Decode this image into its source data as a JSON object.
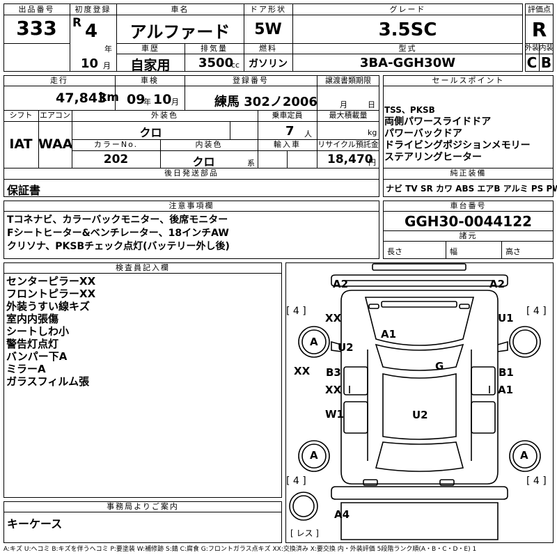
{
  "labels": {
    "lot_no": "出品番号",
    "first_reg": "初度登録",
    "car_name": "車名",
    "door": "ドア形状",
    "grade": "グレード",
    "rating": "評価点",
    "history": "車歴",
    "displacement": "排気量",
    "fuel": "燃料",
    "model_code": "型式",
    "exterior": "外装",
    "interior": "内装",
    "mileage": "走行",
    "inspection": "車検",
    "registration": "登録番号",
    "transfer_doc": "譲渡書類期限",
    "sales_point": "セールスポイント",
    "shift": "シフト",
    "aircon": "エアコン",
    "ext_color": "外装色",
    "capacity": "乗車定員",
    "max_load": "最大積載量",
    "color_no": "カラーNo.",
    "int_color": "内装色",
    "import": "輸入車",
    "recycle": "リサイクル預託金",
    "later_parts": "後日発送部品",
    "genuine_equip": "純正装備",
    "notes": "注意事項欄",
    "chassis_no": "車台番号",
    "dimensions": "諸元",
    "length": "長さ",
    "width": "幅",
    "height": "高さ",
    "inspector": "検査員記入欄",
    "office": "事務局よりご案内",
    "year_unit": "年",
    "month_unit": "月",
    "day_unit": "日",
    "cc_unit": "cc",
    "km_unit": "km",
    "person_unit": "人",
    "kg_unit": "kg",
    "yen_unit": "円",
    "kei_unit": "系"
  },
  "vehicle": {
    "lot_no": "333",
    "era": "R",
    "year": "4",
    "month": "10",
    "name": "アルファード",
    "door": "5W",
    "grade": "3.5SC",
    "rating": "R",
    "history": "自家用",
    "displacement": "3500",
    "fuel": "ガソリン",
    "model_code": "3BA-GGH30W",
    "ext_grade": "C",
    "int_grade": "B",
    "mileage": "47,843",
    "insp_year": "09",
    "insp_month": "10",
    "registration": "練馬 302ノ2006",
    "shift": "IAT",
    "aircon": "WAA",
    "ext_color": "クロ",
    "capacity": "7",
    "color_no": "202",
    "int_color": "クロ",
    "recycle": "18,470",
    "later_parts": "保証書",
    "chassis_no": "GGH30-0044122"
  },
  "sales_points": [
    "TSS、PKSB",
    "両側パワースライドドア",
    "パワーバックドア",
    "ドライビングポジションメモリー",
    "ステアリングヒーター"
  ],
  "equipment": [
    "ナビ",
    "TV",
    "SR",
    "カワ",
    "ABS",
    "エアB",
    "アルミ",
    "PS",
    "PW"
  ],
  "notes": [
    "Tコネナビ、カラーバックモニター、後席モニター",
    "Fシートヒーター&ベンチレーター、18インチAW",
    "クリソナ、PKSBチェック点灯(バッテリー外し後)"
  ],
  "inspector_notes": [
    "センターピラーXX",
    "フロントピラーXX",
    "外装うすい線キズ",
    "室内内張傷",
    "シートしわ小",
    "警告灯点灯",
    "バンパー下A",
    "ミラーA",
    "ガラスフィルム張"
  ],
  "office_notes": [
    "キーケース"
  ],
  "diagram": {
    "a2_left": "A2",
    "a2_right": "A2",
    "tire_fl": "[ 4 ]",
    "tire_fr": "[ 4 ]",
    "tire_rl": "[ 4 ]",
    "tire_rr": "[ 4 ]",
    "xx_front_left": "XX",
    "u1_front_right": "U1",
    "a1_hood": "A1",
    "a_wheel_fl": "A",
    "u2_fender": "U2",
    "g_windshield": "G",
    "xx_side_left": "XX",
    "b3": "B3",
    "xx_door": "XX",
    "b1": "B1",
    "a1_door": "A1",
    "w1": "W1",
    "u2_roof": "U2",
    "a_wheel_rl": "A",
    "a_wheel_rr": "A",
    "a4_rear": "A4",
    "spare": "[ レス ]"
  },
  "legend": "A:キズ U:ヘコミ B:キズを伴うヘコミ P:要塗装 W:補修跡 S:錆 C:腐食 G:フロントガラス点キズ XX:交換済み X:要交換 内・外装評価 5段階ランク順(A・B・C・D・E) 1"
}
